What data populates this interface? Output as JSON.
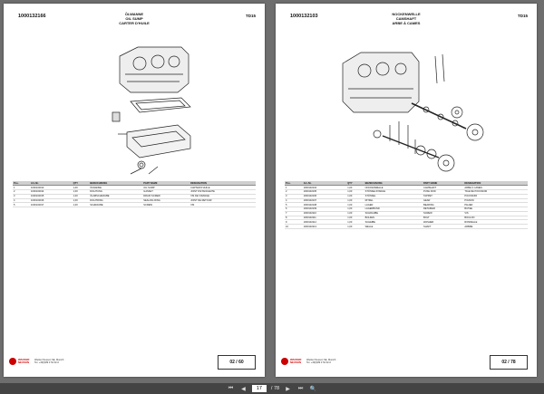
{
  "left_page": {
    "part_number": "1000132166",
    "model_code": "TD15",
    "titles": [
      "ÖLWANNE",
      "OIL SUMP",
      "CARTER D'HUILE"
    ],
    "headers": [
      "Pos.",
      "Art.-Nr.",
      "",
      "QTY",
      "BEZEICHNUNG",
      "PART NAME",
      "DESIGNATION"
    ],
    "rows": [
      [
        "1",
        "1000132013",
        "",
        "1,00",
        "ÖLWANNE",
        "OIL SUMP",
        "CARTER D'HUILE"
      ],
      [
        "2",
        "1000132014",
        "",
        "1,00",
        "DICHTUNG",
        "GASKET",
        "JOINT D'ETANCHEITE"
      ],
      [
        "3",
        "1000132015",
        "",
        "1,00",
        "ÖLABSCHRAUBE",
        "DRAIN SCREW",
        "VIS DE VIDANGE"
      ],
      [
        "4",
        "1000132016",
        "",
        "1,00",
        "DICHTRING",
        "SEALING RING",
        "JOINT DE RETOUR"
      ],
      [
        "5",
        "1000132017",
        "",
        "1,00",
        "SCHRAUBE",
        "SCREW",
        "VIS"
      ]
    ],
    "page_label": "02 / 60"
  },
  "right_page": {
    "part_number": "1000132103",
    "model_code": "TD15",
    "titles": [
      "NOCKENWELLE",
      "CAMSHAFT",
      "ARBE À CAMES"
    ],
    "headers": [
      "Pos.",
      "Art.-Nr.",
      "",
      "QTY",
      "BEZEICHNUNG",
      "PART NAME",
      "DESIGNATION"
    ],
    "rows": [
      [
        "1",
        "1000132104",
        "",
        "1,00",
        "NOCKENWELLE",
        "CAMSHAFT",
        "ARBE À CAMES"
      ],
      [
        "2",
        "1000132105",
        "",
        "1,00",
        "STÖSSELSTANGE",
        "PUSH ROD",
        "TIGE DE POUSSOIR"
      ],
      [
        "3",
        "1000132106",
        "",
        "1,00",
        "STÖSSEL",
        "TAPPET",
        "POUSSOIR"
      ],
      [
        "4",
        "1000132107",
        "",
        "1,00",
        "RITZEL",
        "GEAR",
        "PIGNON"
      ],
      [
        "5",
        "1000132108",
        "",
        "1,00",
        "LAGER",
        "BEARING",
        "PALIER"
      ],
      [
        "6",
        "1000132109",
        "",
        "1,00",
        "LAGERBUND",
        "RETAINER",
        "BUTEE"
      ],
      [
        "7",
        "1000132110",
        "",
        "1,00",
        "SCHRAUBE",
        "SCREW",
        "VIS"
      ],
      [
        "8",
        "1000132111",
        "",
        "1,00",
        "BOLZEN",
        "BOLT",
        "BOULON"
      ],
      [
        "9",
        "1000132112",
        "",
        "1,00",
        "SCHEIBE",
        "WASHER",
        "RONDELLE"
      ],
      [
        "10",
        "1000132113",
        "",
        "1,00",
        "WELLE",
        "SHAFT",
        "ARBRE"
      ]
    ],
    "page_label": "02 / 78"
  },
  "footer": {
    "brand_line1": "WACKER",
    "brand_line2": "NEUSON",
    "address_line1": "Wacker Neuson SE, Munich",
    "address_line2": "Tel. +49(0)89 3 54 02-0"
  },
  "toolbar": {
    "current_page": "17",
    "total_pages": "/ 78",
    "icons": [
      "first-page-icon",
      "prev-page-icon",
      "next-page-icon",
      "last-page-icon",
      "zoom-icon"
    ]
  }
}
